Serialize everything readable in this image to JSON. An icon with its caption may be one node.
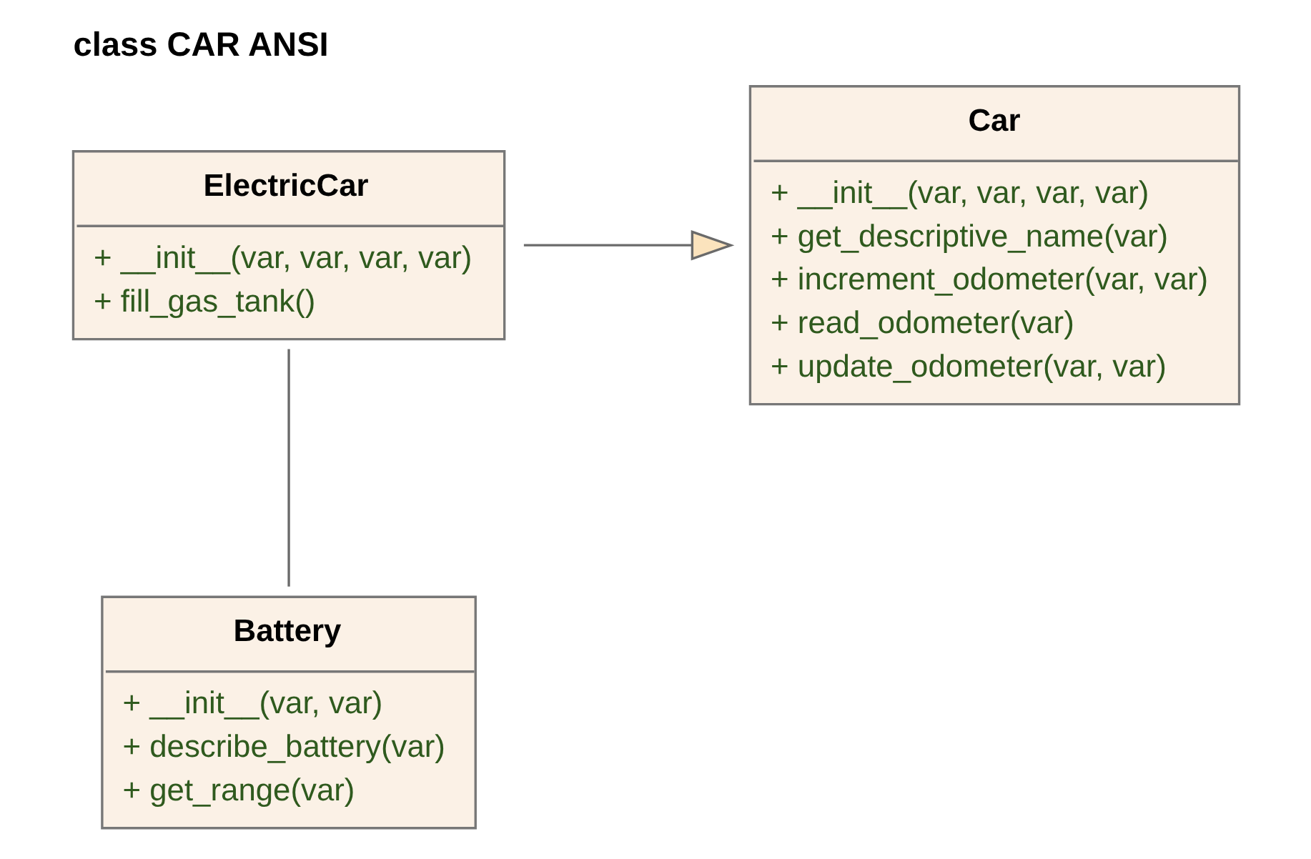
{
  "diagram": {
    "title": "class CAR ANSI",
    "nodes": [
      {
        "text": [
          "Car",
          "+ __init__(var, var, var, var)",
          "+ get_descriptive_name(var)",
          "+ increment_odometer(var, var)",
          "+ read_odometer(var)",
          "+ update_odometer(var, var)"
        ]
      },
      {
        "text": [
          "ElectricCar",
          "+ __init__(var, var, var, var)",
          "+ fill_gas_tank()"
        ]
      },
      {
        "text": [
          "Battery",
          "+ __init__(var, var)",
          "+ describe_battery(var)",
          "+ get_range(var)"
        ]
      }
    ],
    "edges": [
      {
        "from": 1,
        "to": 0,
        "arrow": "to"
      },
      {
        "from": 1,
        "to": 2,
        "arrow": "none"
      }
    ]
  }
}
